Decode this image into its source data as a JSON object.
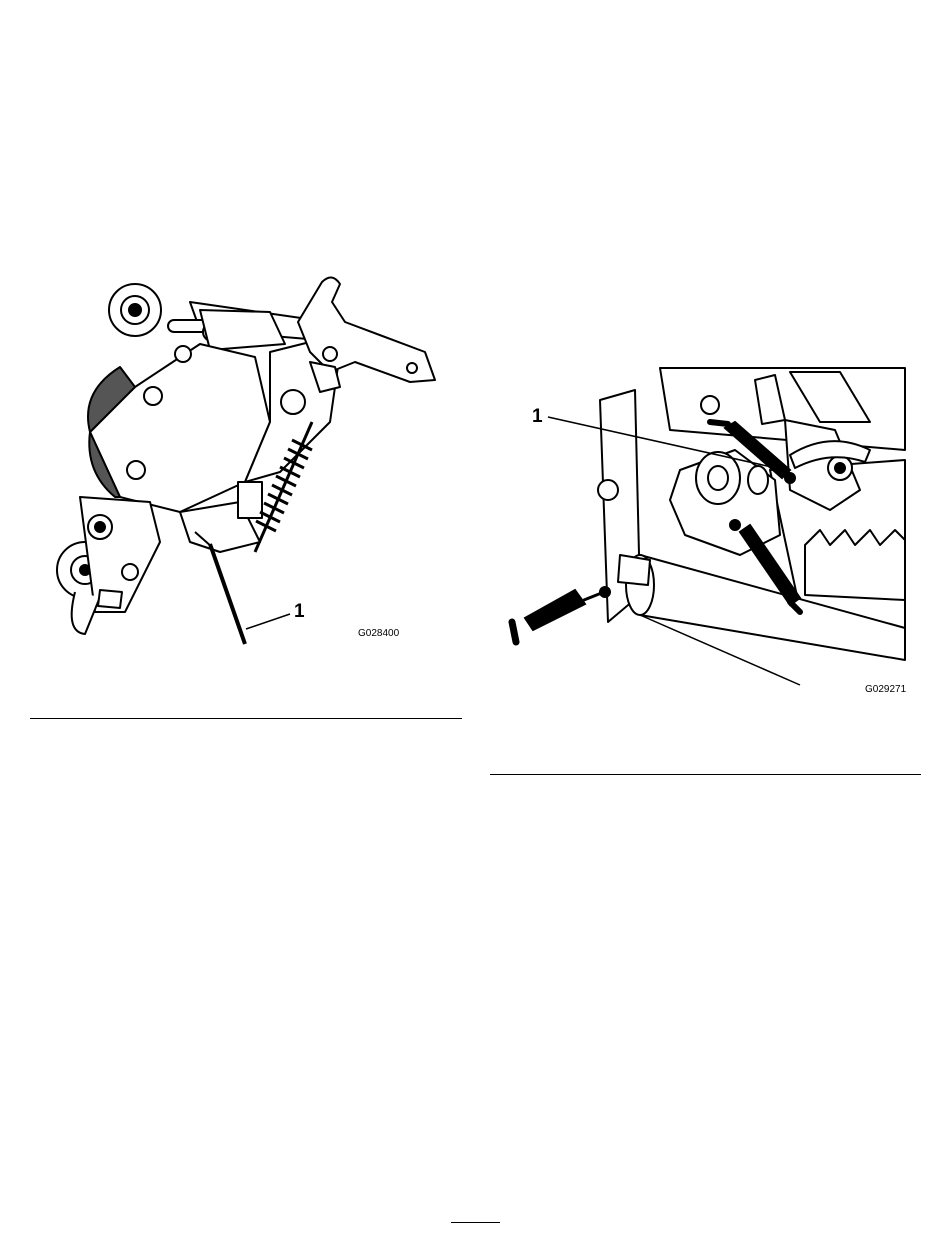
{
  "figures": [
    {
      "callout": "1",
      "graphic_id": "G028400"
    },
    {
      "callout": "1",
      "graphic_id": "G029271"
    }
  ]
}
